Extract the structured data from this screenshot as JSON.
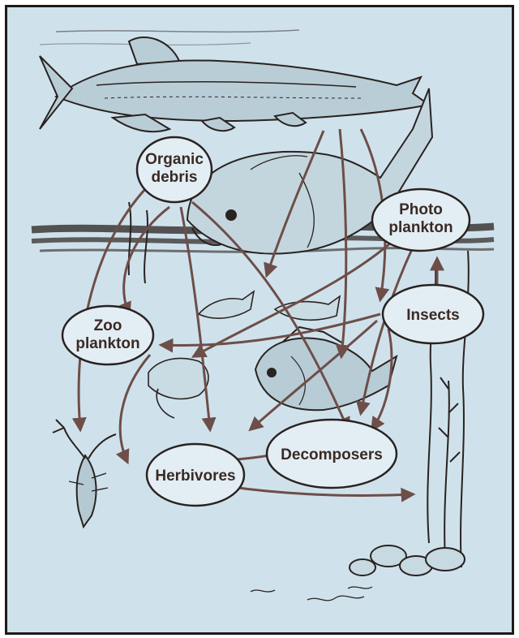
{
  "diagram": {
    "nodes": {
      "organic_debris": [
        "Organic",
        "debris"
      ],
      "photo_plankton": [
        "Photo",
        "plankton"
      ],
      "insects": [
        "Insects"
      ],
      "zoo_plankton": [
        "Zoo",
        "plankton"
      ],
      "decomposers": [
        "Decomposers"
      ],
      "herbivores": [
        "Herbivores"
      ]
    },
    "illustrations": [
      "large-predator-fish",
      "carp-fish",
      "sunfish",
      "small-fish",
      "crayfish",
      "aquatic-plants",
      "rocks",
      "water-surface"
    ],
    "colors": {
      "background": "#cfe2ec",
      "arrow": "#6e4e48",
      "ink": "#2a2220",
      "node_fill": "#e3eef4",
      "border": "#1e1a18"
    }
  }
}
